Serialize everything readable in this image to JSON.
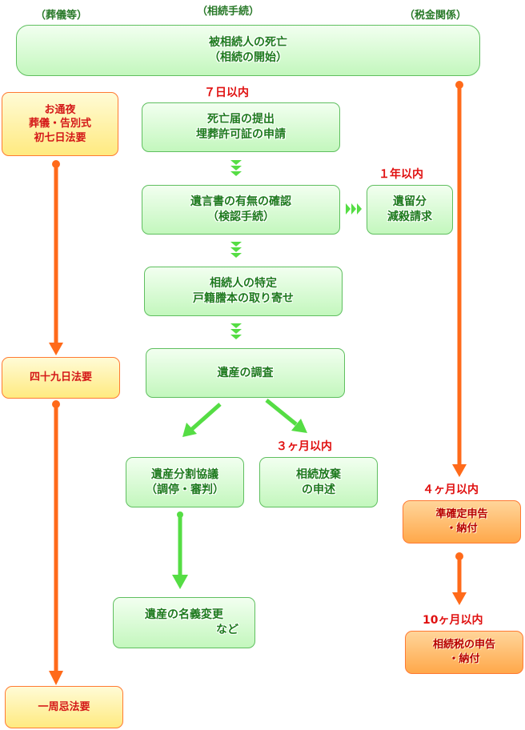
{
  "headers": {
    "left": "（葬儀等）",
    "center": "（相続手続）",
    "right": "（税金関係）"
  },
  "top_box": {
    "line1": "被相続人の死亡",
    "line2": "（相続の開始）"
  },
  "limits": {
    "seven_days": "７日以内",
    "one_year": "１年以内",
    "three_months": "３ヶ月以内",
    "four_months": "４ヶ月以内",
    "ten_months": "10ヶ月以内"
  },
  "center_flow": {
    "death_notice": {
      "line1": "死亡届の提出",
      "line2": "埋葬許可証の申請"
    },
    "will_check": {
      "line1": "遺言書の有無の確認",
      "line2": "（検認手続）"
    },
    "heir_identify": {
      "line1": "相続人の特定",
      "line2": "戸籍謄本の取り寄せ"
    },
    "estate_survey": {
      "line1": "遺産の調査"
    },
    "division": {
      "line1": "遺産分割協議",
      "line2": "（調停・審判）"
    },
    "renounce": {
      "line1": "相続放棄",
      "line2": "の申述"
    },
    "name_change": {
      "line1": "遺産の名義変更",
      "line2": "など"
    }
  },
  "reserved_share": {
    "line1": "遺留分",
    "line2": "減殺請求"
  },
  "left_flow": {
    "funeral": {
      "line1": "お通夜",
      "line2": "葬儀・告別式",
      "line3": "初七日法要"
    },
    "day49": {
      "line1": "四十九日法要"
    },
    "anniversary": {
      "line1": "一周忌法要"
    }
  },
  "tax_flow": {
    "quasi": {
      "line1": "準確定申告",
      "line2": "・納付"
    },
    "inheritance_tax": {
      "line1": "相続税の申告",
      "line2": "・納付"
    }
  },
  "colors": {
    "green_arrow": "#55dd44",
    "orange_arrow": "#ff6a1a"
  }
}
